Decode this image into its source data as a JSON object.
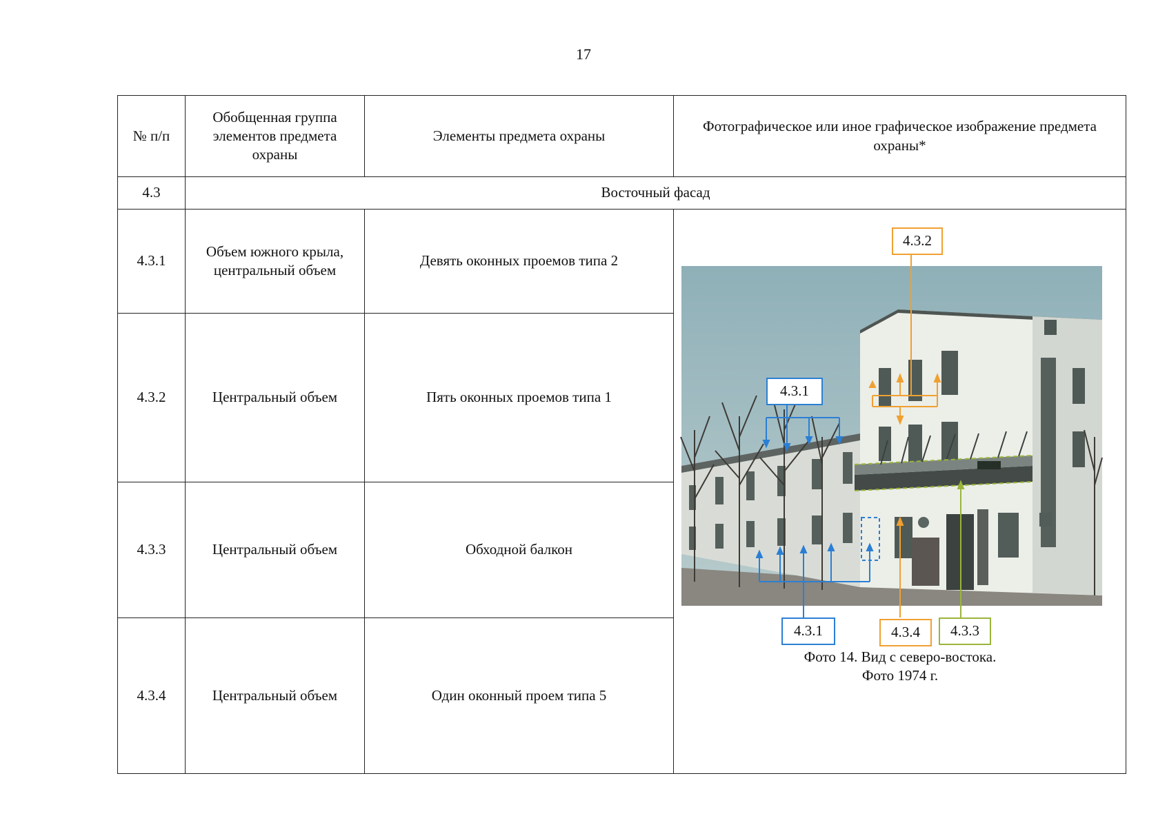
{
  "page_number": "17",
  "header": {
    "col_num": "№ п/п",
    "col_group": "Обобщенная группа элементов предмета охраны",
    "col_elements": "Элементы предмета охраны",
    "col_image": "Фотографическое или иное графическое изображение предмета охраны*"
  },
  "section": {
    "num": "4.3",
    "title": "Восточный фасад"
  },
  "rows": [
    {
      "num": "4.3.1",
      "group": "Объем южного крыла, центральный объем",
      "element": "Девять оконных проемов типа 2"
    },
    {
      "num": "4.3.2",
      "group": "Центральный объем",
      "element": "Пять оконных проемов типа 1"
    },
    {
      "num": "4.3.3",
      "group": "Центральный объем",
      "element": "Обходной балкон"
    },
    {
      "num": "4.3.4",
      "group": "Центральный объем",
      "element": "Один оконный проем типа 5"
    }
  ],
  "photo": {
    "caption_line1": "Фото 14. Вид с северо-востока.",
    "caption_line2": "Фото 1974 г.",
    "callouts": {
      "top_orange": "4.3.2",
      "mid_blue": "4.3.1",
      "bottom_blue": "4.3.1",
      "bottom_orange": "4.3.4",
      "bottom_green": "4.3.3"
    },
    "colors": {
      "blue": "#2a7fd4",
      "orange": "#f0a030",
      "green": "#9ab53a"
    }
  }
}
